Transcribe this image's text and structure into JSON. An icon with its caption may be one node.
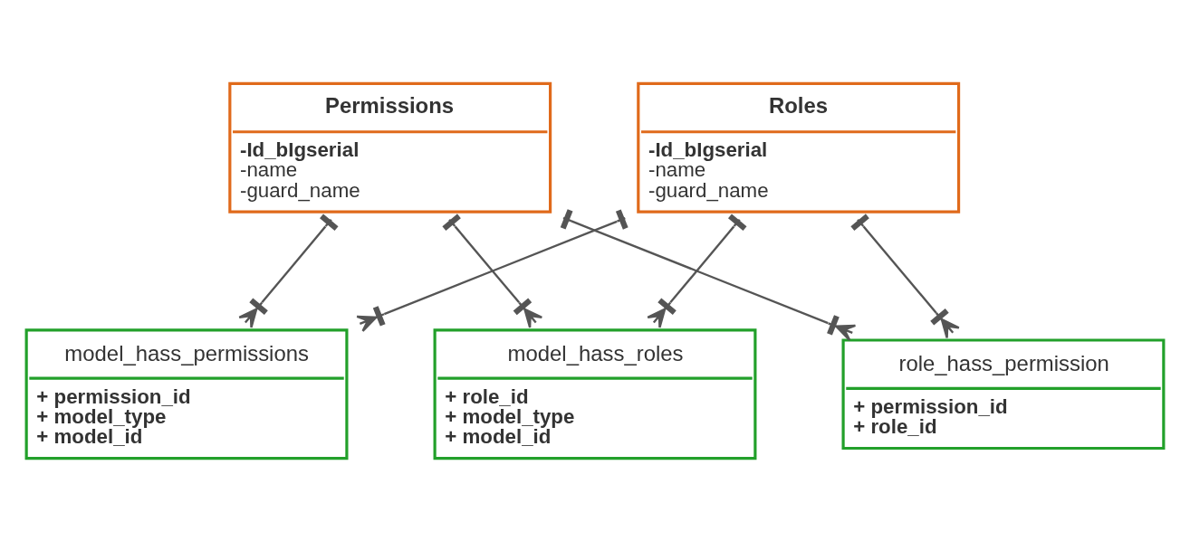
{
  "diagram": {
    "nodes": [
      {
        "text": [
          "Permissions",
          "-Id_bIgserial",
          "-name",
          "-guard_name"
        ]
      },
      {
        "text": [
          "Roles",
          "-Id_bIgserial",
          "-name",
          "-guard_name"
        ]
      },
      {
        "text": [
          "model_hass_permissions",
          "+ permission_id",
          "+ model_type",
          "+ model_id"
        ]
      },
      {
        "text": [
          "model_hass_roles",
          "+ role_id",
          "+ model_type",
          "+ model_id"
        ]
      },
      {
        "text": [
          "role_hass_permission",
          "+ permission_id",
          "+ role_id"
        ]
      }
    ],
    "edges": [
      {
        "from": 0,
        "to": 2,
        "arrow": "other"
      },
      {
        "from": 0,
        "to": 3,
        "arrow": "other"
      },
      {
        "from": 0,
        "to": 4,
        "arrow": "other"
      },
      {
        "from": 1,
        "to": 3,
        "arrow": "other"
      },
      {
        "from": 1,
        "to": 2,
        "arrow": "other"
      },
      {
        "from": 1,
        "to": 4,
        "arrow": "other"
      }
    ]
  }
}
